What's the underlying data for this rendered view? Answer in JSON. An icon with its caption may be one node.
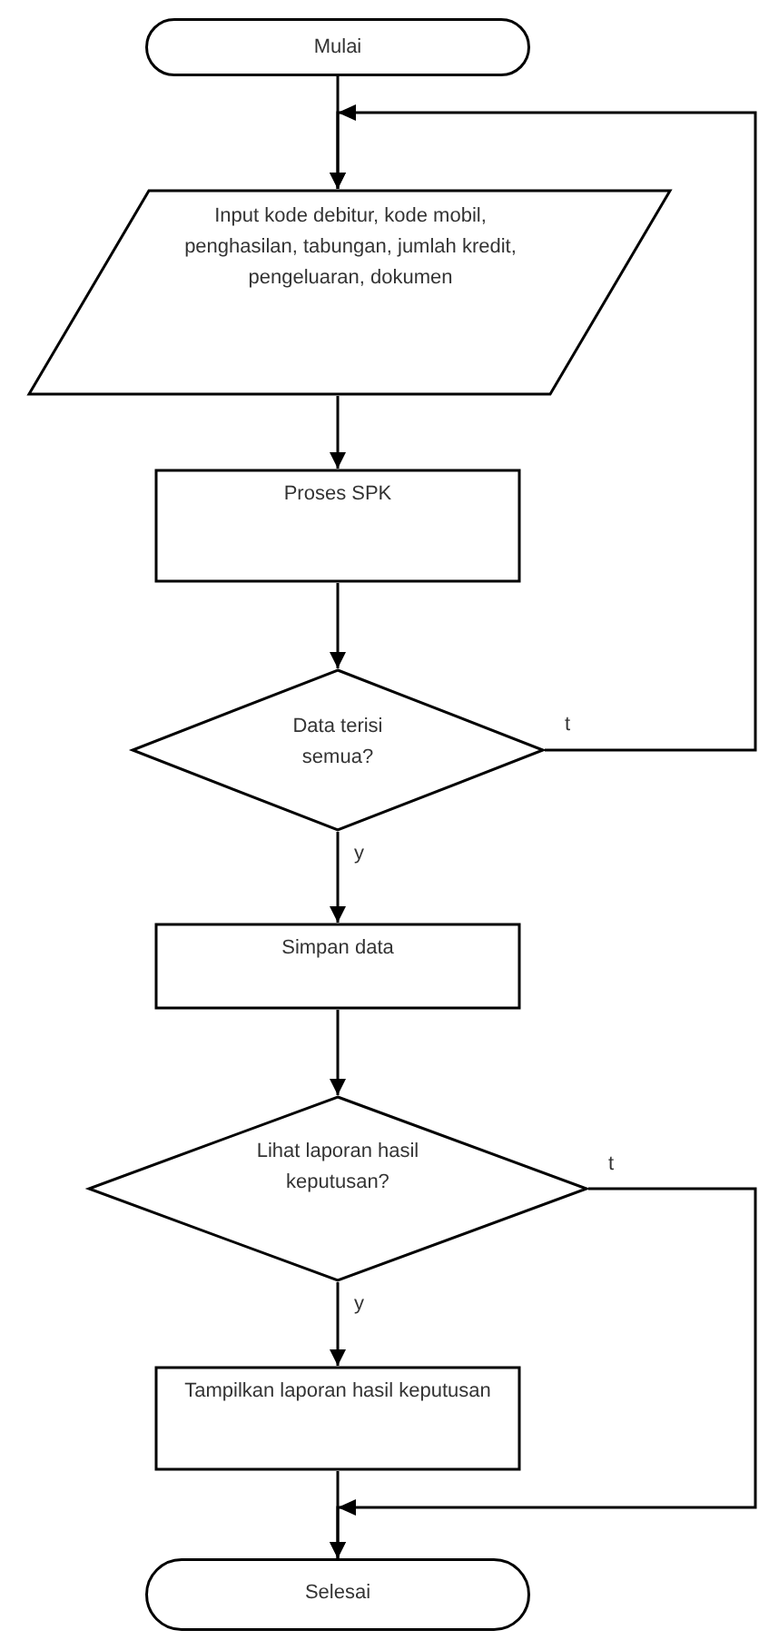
{
  "diagram": {
    "nodes": [
      {
        "text": [
          "Mulai"
        ]
      },
      {
        "text": [
          "Input kode debitur, kode mobil, penghasilan, tabungan, jumlah kredit, pengeluaran, dokumen"
        ]
      },
      {
        "text": [
          "Proses SPK"
        ]
      },
      {
        "text": [
          "Data terisi semua?"
        ]
      },
      {
        "text": [
          "Simpan data"
        ]
      },
      {
        "text": [
          "Lihat laporan hasil keputusan?"
        ]
      },
      {
        "text": [
          "Tampilkan laporan hasil keputusan"
        ]
      },
      {
        "text": [
          "Selesai"
        ]
      }
    ],
    "edges": [
      {
        "from": 0,
        "to": 1,
        "arrow": "to"
      },
      {
        "from": 1,
        "to": 2,
        "arrow": "to"
      },
      {
        "from": 2,
        "to": 3,
        "arrow": "to"
      },
      {
        "from": 3,
        "to": 4,
        "arrow": "to",
        "label": "y"
      },
      {
        "from": 4,
        "to": 5,
        "arrow": "to"
      },
      {
        "from": 5,
        "to": 6,
        "arrow": "to",
        "label": "y"
      },
      {
        "from": 6,
        "to": 7,
        "arrow": "to"
      },
      {
        "from": 3,
        "to": 1,
        "arrow": "to",
        "label": "t"
      },
      {
        "from": 5,
        "to": 7,
        "arrow": "to",
        "label": "t"
      }
    ]
  }
}
